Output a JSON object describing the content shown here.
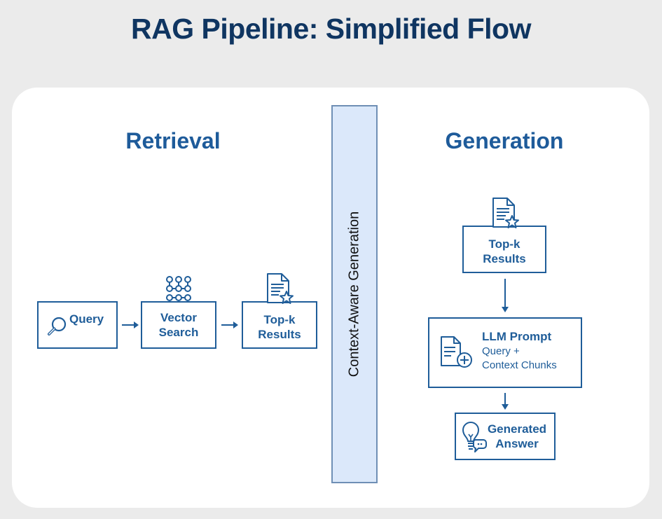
{
  "title": "RAG Pipeline: Simplified Flow",
  "retrieval": {
    "heading": "Retrieval",
    "query_label": "Query",
    "vector_search_line1": "Vector",
    "vector_search_line2": "Search",
    "topk_line1": "Top-k",
    "topk_line2": "Results"
  },
  "band": {
    "label": "Context-Aware Generation"
  },
  "generation": {
    "heading": "Generation",
    "topk_line1": "Top-k",
    "topk_line2": "Results",
    "llm_heading": "LLM Prompt",
    "llm_line1": "Query +",
    "llm_line2": "Context Chunks",
    "answer_line1": "Generated",
    "answer_line2": "Answer"
  },
  "colors": {
    "primary": "#1f5d99",
    "title": "#0f3561",
    "band_fill": "#dbe8fa",
    "band_border": "#6f8fb5",
    "background": "#ebebeb"
  }
}
